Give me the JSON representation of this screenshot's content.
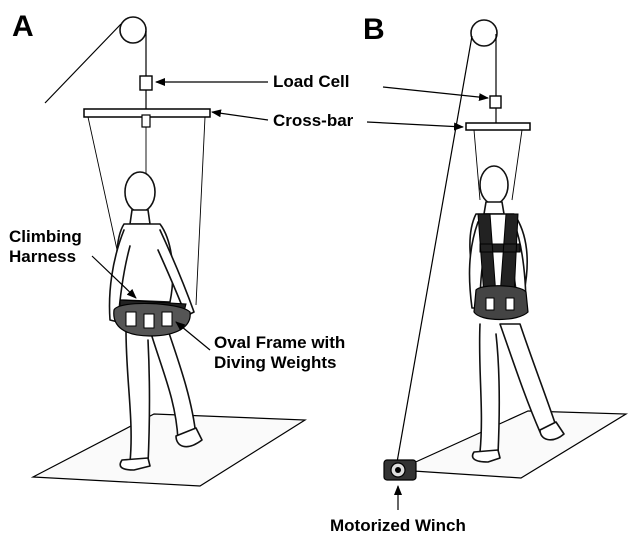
{
  "panels": {
    "a": "A",
    "b": "B"
  },
  "labels": {
    "load_cell": "Load Cell",
    "cross_bar": "Cross-bar",
    "climbing_harness_1": "Climbing",
    "climbing_harness_2": "Harness",
    "oval_frame_1": "Oval Frame with",
    "oval_frame_2": "Diving Weights",
    "motorized_winch": "Motorized Winch"
  }
}
